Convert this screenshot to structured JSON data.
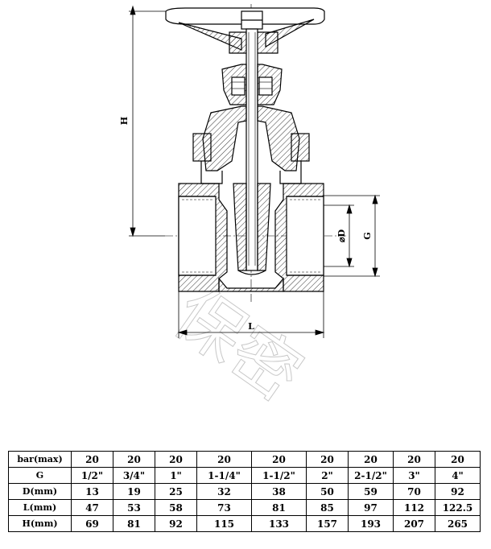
{
  "labels": {
    "H": "H",
    "L": "L",
    "D": "⌀D",
    "G": "G"
  },
  "watermark": "保密",
  "table": {
    "rows": [
      {
        "head": "bar(max)",
        "cells": [
          "20",
          "20",
          "20",
          "20",
          "20",
          "20",
          "20",
          "20",
          "20"
        ]
      },
      {
        "head": "G",
        "cells": [
          "1/2\"",
          "3/4\"",
          "1\"",
          "1-1/4\"",
          "1-1/2\"",
          "2\"",
          "2-1/2\"",
          "3\"",
          "4\""
        ]
      },
      {
        "head": "D(mm)",
        "cells": [
          "13",
          "19",
          "25",
          "32",
          "38",
          "50",
          "59",
          "70",
          "92"
        ]
      },
      {
        "head": "L(mm)",
        "cells": [
          "47",
          "53",
          "58",
          "73",
          "81",
          "85",
          "97",
          "112",
          "122.5"
        ]
      },
      {
        "head": "H(mm)",
        "cells": [
          "69",
          "81",
          "92",
          "115",
          "133",
          "157",
          "193",
          "207",
          "265"
        ]
      }
    ]
  }
}
